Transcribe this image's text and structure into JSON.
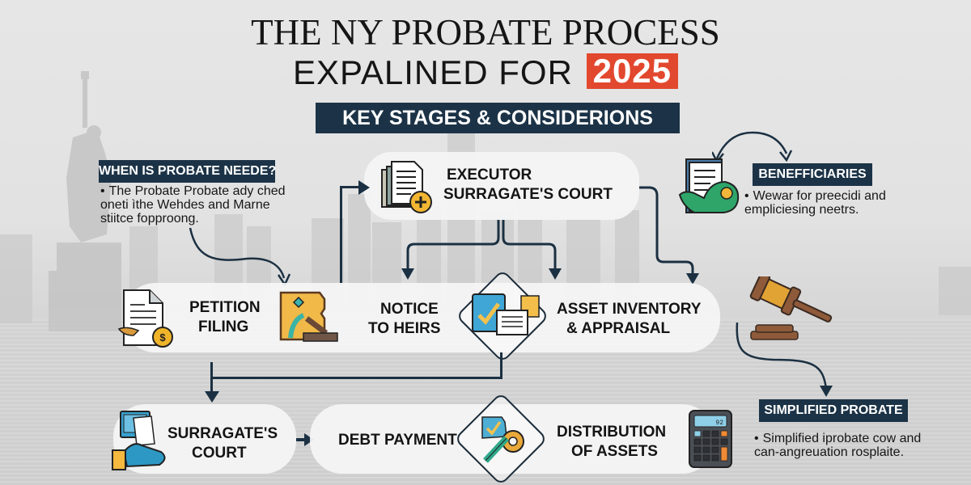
{
  "header": {
    "title_line1": "THE NY PROBATE PROCESS",
    "title_line2": "EXPALINED FOR",
    "year": "2025",
    "subtitle": "KEY STAGES & CONSIDERIONS"
  },
  "colors": {
    "navy": "#1c3347",
    "accent_red": "#e2482e",
    "background": "#e3e3e3",
    "pill": "#f5f5f5"
  },
  "side_notes": {
    "when_needed": {
      "heading": "WHEN IS PROBATE NEEDE?",
      "text": "The Probate Probate ady ched oneti ìthe Wehdes and Marne stiitce fopproong."
    },
    "beneficiaries": {
      "heading": "BENEFFICIARIES",
      "text": "Wewar for preecidi and empliciesing neetrs."
    },
    "simplified": {
      "heading": "SIMPLIFIED PROBATE",
      "text": "Simplified iprobate cow and can-angreuation rosplaite."
    }
  },
  "steps": {
    "executor": {
      "line1": "EXECUTOR",
      "line2": "SURRAGATE'S COURT",
      "icon": "document-add-icon"
    },
    "petition": {
      "line1": "PETITION",
      "line2": "FILING",
      "icon": "document-coin-icon"
    },
    "notice": {
      "line1": "NOTICE",
      "line2": "TO HEIRS",
      "icon": "map-gavel-icon"
    },
    "asset_inventory": {
      "line1": "ASSET INVENTORY",
      "line2": "& APPRAISAL",
      "icon": "checklist-icon"
    },
    "surrogates_court": {
      "line1": "SURRAGATE'S",
      "line2": "COURT",
      "icon": "hand-document-icon"
    },
    "debt_payment": {
      "line1": "DEBT PAYMENT",
      "icon": ""
    },
    "distribution": {
      "line1": "DISTRIBUTION",
      "line2": "OF ASSETS",
      "icon": "tools-gear-icon"
    }
  },
  "icons": {
    "gavel": "gavel-icon",
    "calculator": "calculator-icon",
    "calculator_display": "92",
    "beneficiary": "beneficiary-document-icon"
  }
}
